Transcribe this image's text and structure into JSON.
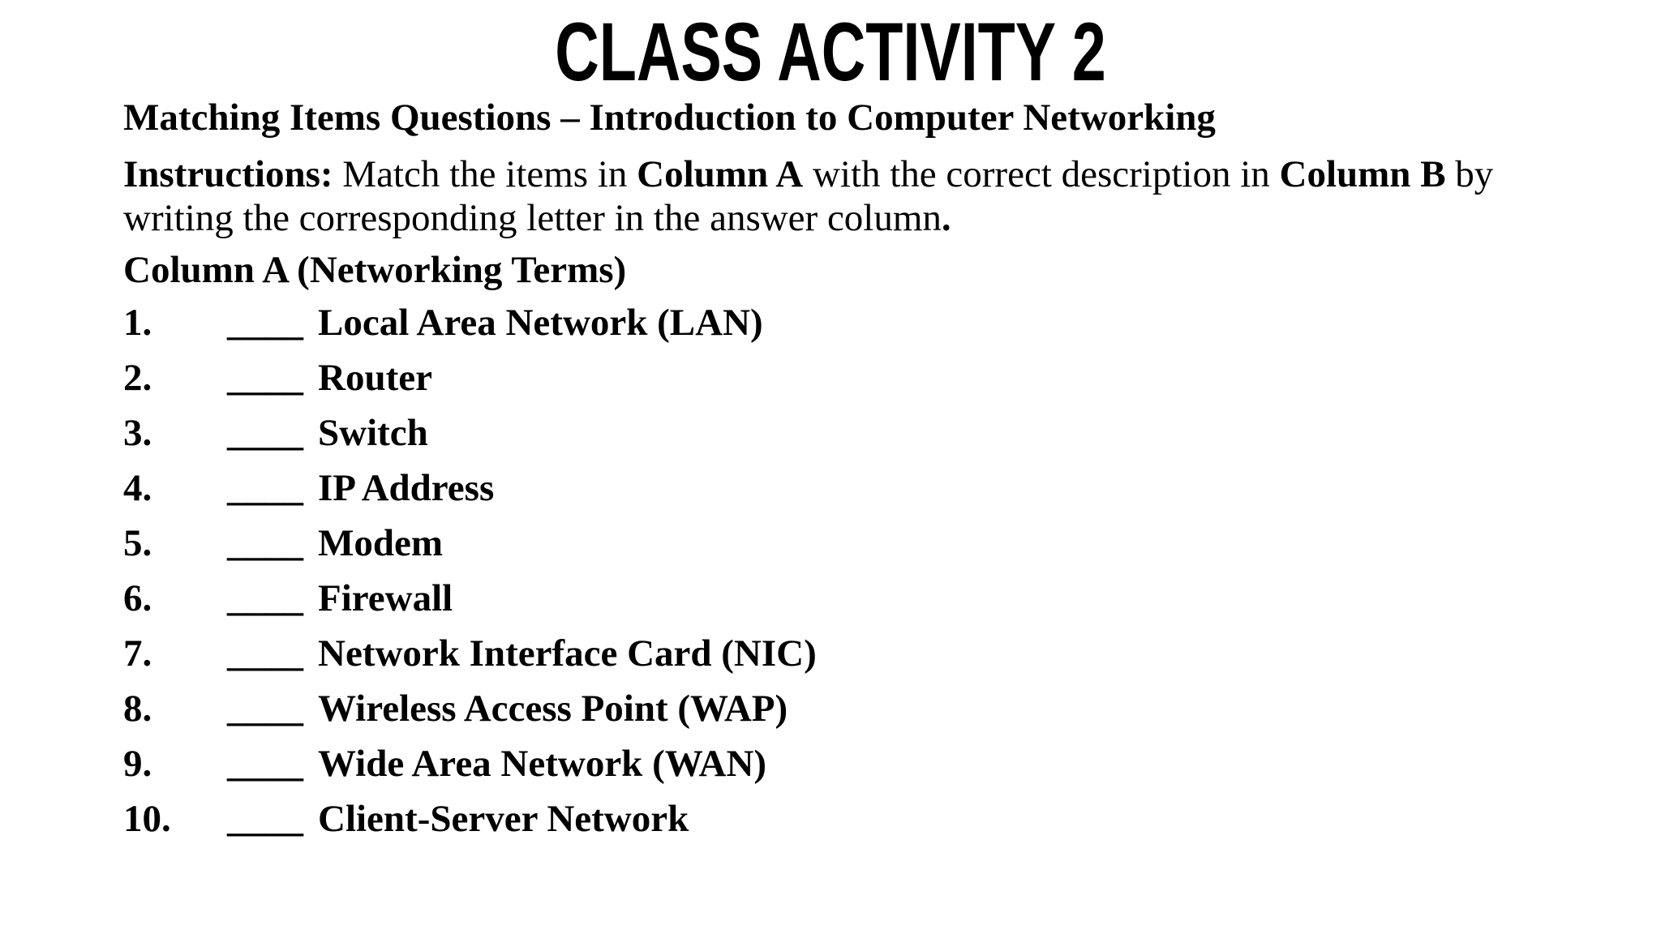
{
  "page": {
    "background_color": "#ffffff",
    "text_color": "#000000"
  },
  "title": "CLASS ACTIVITY 2",
  "subtitle": "Matching Items Questions – Introduction to Computer Networking",
  "instructions": {
    "line1": [
      {
        "text": "Instructions:"
      },
      {
        "text": " Match the items in "
      },
      {
        "text": "Column A"
      },
      {
        "text": " with the correct description in "
      },
      {
        "text": "Column B"
      },
      {
        "text": " by"
      }
    ],
    "line2": [
      {
        "text": "writing the corresponding letter in the answer column"
      },
      {
        "text": "."
      }
    ]
  },
  "column_a": {
    "heading": "Column A (Networking Terms)",
    "answer_blank": "____",
    "items": [
      {
        "number": "1.",
        "term": "Local Area Network (LAN)"
      },
      {
        "number": "2.",
        "term": "Router"
      },
      {
        "number": "3.",
        "term": "Switch"
      },
      {
        "number": "4.",
        "term": "IP Address"
      },
      {
        "number": "5.",
        "term": "Modem"
      },
      {
        "number": "6.",
        "term": "Firewall"
      },
      {
        "number": "7.",
        "term": "Network Interface Card (NIC)"
      },
      {
        "number": "8.",
        "term": "Wireless Access Point (WAP)"
      },
      {
        "number": "9.",
        "term": "Wide Area Network (WAN)"
      },
      {
        "number": "10.",
        "term": "Client-Server Network"
      }
    ]
  }
}
